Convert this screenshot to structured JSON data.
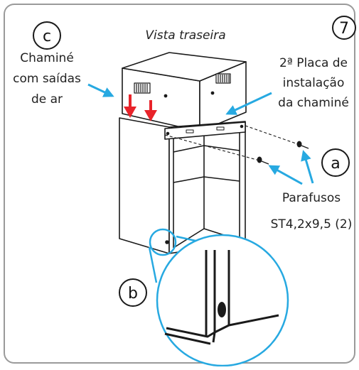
{
  "step_number": "7",
  "view_title": "Vista traseira",
  "callouts": {
    "a": "a",
    "b": "b",
    "c": "c"
  },
  "labels": {
    "chimney_line1": "Chaminé",
    "chimney_line2": "com saídas",
    "chimney_line3": "de ar",
    "plate_line1": "2ª Placa de",
    "plate_line2": "instalação",
    "plate_line3": "da chaminé",
    "screws_line1": "Parafusos",
    "screws_line2": "ST4,2x9,5 (2)"
  },
  "colors": {
    "border": "#9a9a9a",
    "outline": "#1a1a1a",
    "callout_blue": "#27a9e1",
    "arrow_red": "#e8232a"
  }
}
